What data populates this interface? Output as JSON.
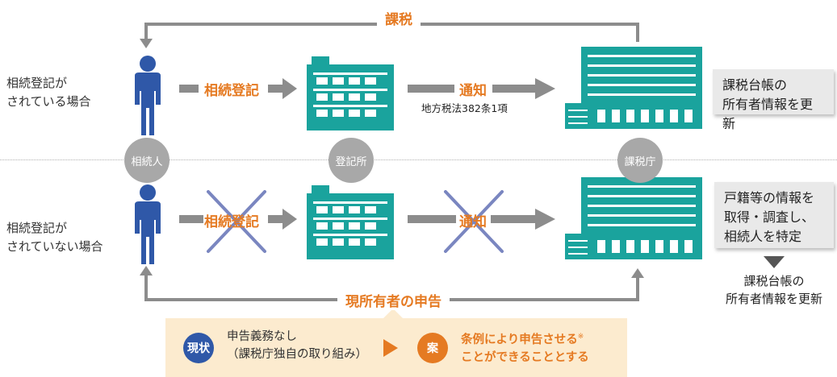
{
  "top_label": "課税",
  "row1": {
    "label_line1": "相続登記が",
    "label_line2": "されている場合",
    "flow1": "相続登記",
    "flow2": "通知",
    "flow2_sub": "地方税法382条1項",
    "box_line1": "課税台帳の",
    "box_line2": "所有者情報を更新"
  },
  "actors": {
    "heir": "相続人",
    "registry": "登記所",
    "tax_office": "課税庁"
  },
  "row2": {
    "label_line1": "相続登記が",
    "label_line2": "されていない場合",
    "flow1": "相続登記",
    "flow2": "通知",
    "box_line1": "戸籍等の情報を",
    "box_line2": "取得・調査し、",
    "box_line3": "相続人を特定",
    "result_line1": "課税台帳の",
    "result_line2": "所有者情報を更新"
  },
  "return_label": "現所有者の申告",
  "bottom": {
    "badge_current": "現状",
    "current_line1": "申告義務なし",
    "current_line2": "（課税庁独自の取り組み）",
    "badge_proposal": "案",
    "proposal_line1": "条例により申告させる",
    "proposal_mark": "※",
    "proposal_line2": "ことができることとする"
  },
  "colors": {
    "person": "#2f58a8",
    "building": "#1aa39d",
    "orange": "#e57a22",
    "gray_arrow": "#8c8c8c",
    "cross": "#7a86c0"
  }
}
